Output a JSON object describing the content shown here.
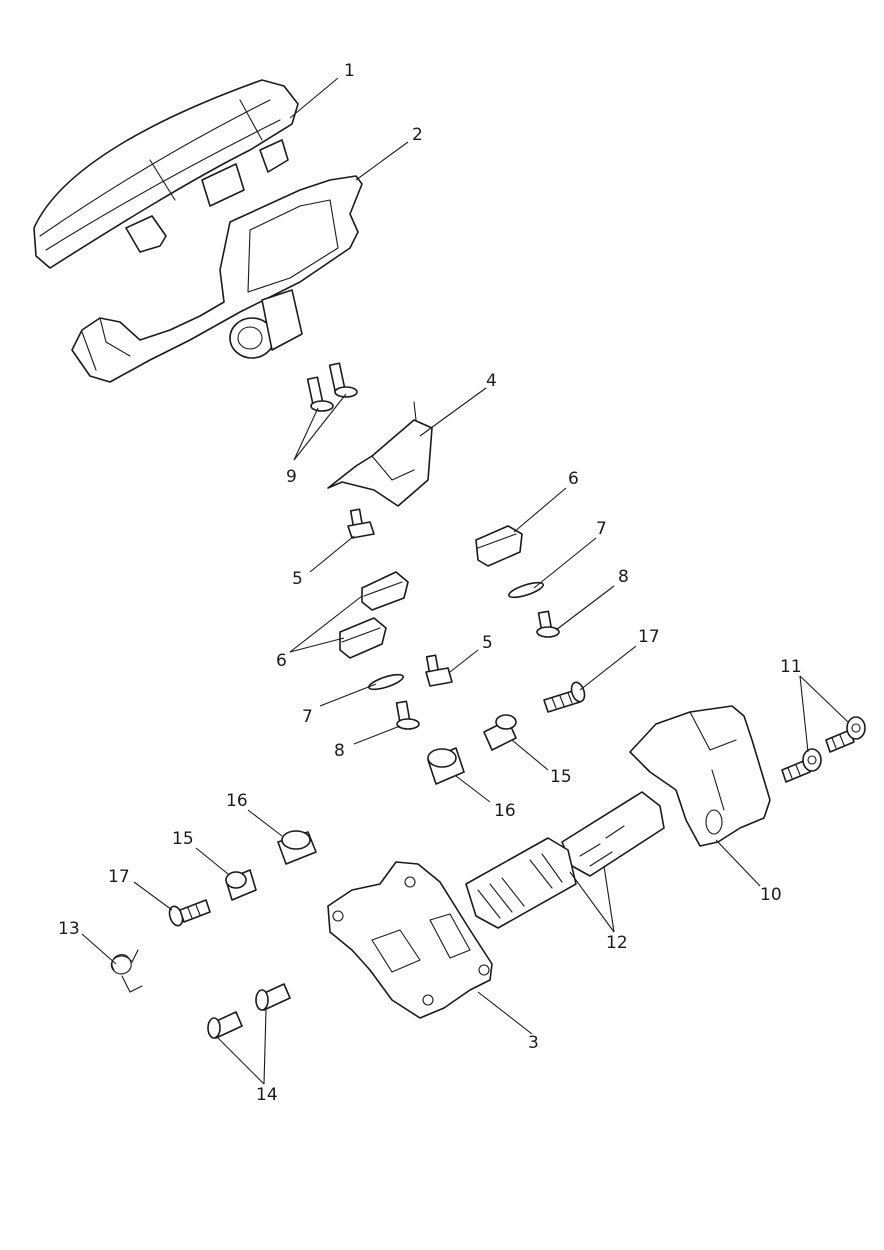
{
  "callouts": {
    "c1": "1",
    "c2": "2",
    "c3": "3",
    "c4": "4",
    "c5a": "5",
    "c5b": "5",
    "c6a": "6",
    "c6b": "6",
    "c7a": "7",
    "c7b": "7",
    "c8a": "8",
    "c8b": "8",
    "c9": "9",
    "c10": "10",
    "c11": "11",
    "c12": "12",
    "c13": "13",
    "c14": "14",
    "c15a": "15",
    "c15b": "15",
    "c16a": "16",
    "c16b": "16",
    "c17a": "17",
    "c17b": "17"
  },
  "colors": {
    "line": "#1a1a1a",
    "background": "#ffffff"
  }
}
